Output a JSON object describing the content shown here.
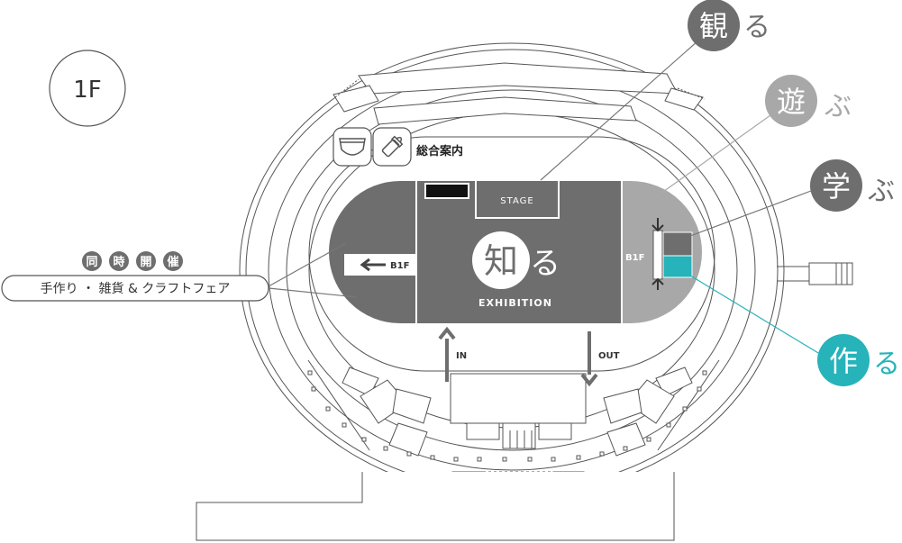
{
  "floor": {
    "label": "1F"
  },
  "zones": {
    "center": {
      "kanji": "知",
      "kana": "る",
      "sublabel": "EXHIBITION"
    },
    "stage": {
      "label": "STAGE"
    },
    "info": {
      "label": "総合案内"
    },
    "left_b1f": {
      "label": "B1F"
    },
    "right_b1f": {
      "label": "B1F"
    },
    "in_arrow": {
      "label": "IN"
    },
    "out_arrow": {
      "label": "OUT"
    }
  },
  "callouts": {
    "watch": {
      "kanji": "観",
      "kana": "る",
      "color": "#6e6e6e"
    },
    "play": {
      "kanji": "遊",
      "kana": "ぶ",
      "color": "#a8a8a8"
    },
    "learn": {
      "kanji": "学",
      "kana": "ぶ",
      "color": "#6e6e6e"
    },
    "make": {
      "kanji": "作",
      "kana": "る",
      "color": "#26b3b9"
    }
  },
  "event": {
    "tag_chars": [
      "同",
      "時",
      "開",
      "催"
    ],
    "name": "手作り ・ 雑貨 & クラフトフェア"
  },
  "icons": [
    "diaper-icon",
    "baby-bottle-icon"
  ],
  "colors": {
    "dark": "#6e6e6e",
    "light": "#a8a8a8",
    "accent": "#26b3b9",
    "line": "#555555"
  }
}
